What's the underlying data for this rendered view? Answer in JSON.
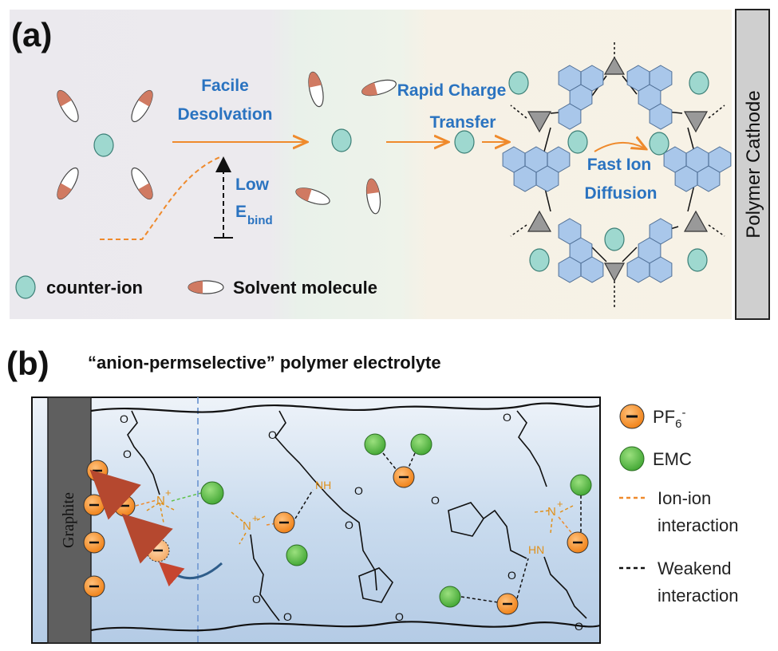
{
  "panel_a": {
    "label": "(a)",
    "facile": "Facile",
    "desolvation": "Desolvation",
    "rapid_charge": "Rapid Charge",
    "transfer": "Transfer",
    "low": "Low",
    "e": "E",
    "bind": "bind",
    "fast_ion": "Fast Ion",
    "diffusion": "Diffusion",
    "cathode": "Polymer Cathode",
    "legend_counter_ion": "counter-ion",
    "legend_solvent": "Solvent molecule"
  },
  "panel_b": {
    "label": "(b)",
    "title": "“anion-permselective” polymer electrolyte",
    "graphite": "Graphite",
    "nh": "NH",
    "hn": "HN",
    "o": "O",
    "n": "N",
    "plus": "+",
    "legend": {
      "pf6_main": "PF",
      "pf6_sub": "6",
      "pf6_sup": "-",
      "emc": "EMC",
      "ion_ion_1": "Ion-ion",
      "ion_ion_2": "interaction",
      "weak_1": "Weakend",
      "weak_2": "interaction"
    }
  },
  "colors": {
    "counter_ion": "#9ed8cf",
    "orange": "#f28a1e",
    "green": "#5fc14a",
    "blue_text": "#2a73c0",
    "hexagon": "#a9c7ea"
  }
}
